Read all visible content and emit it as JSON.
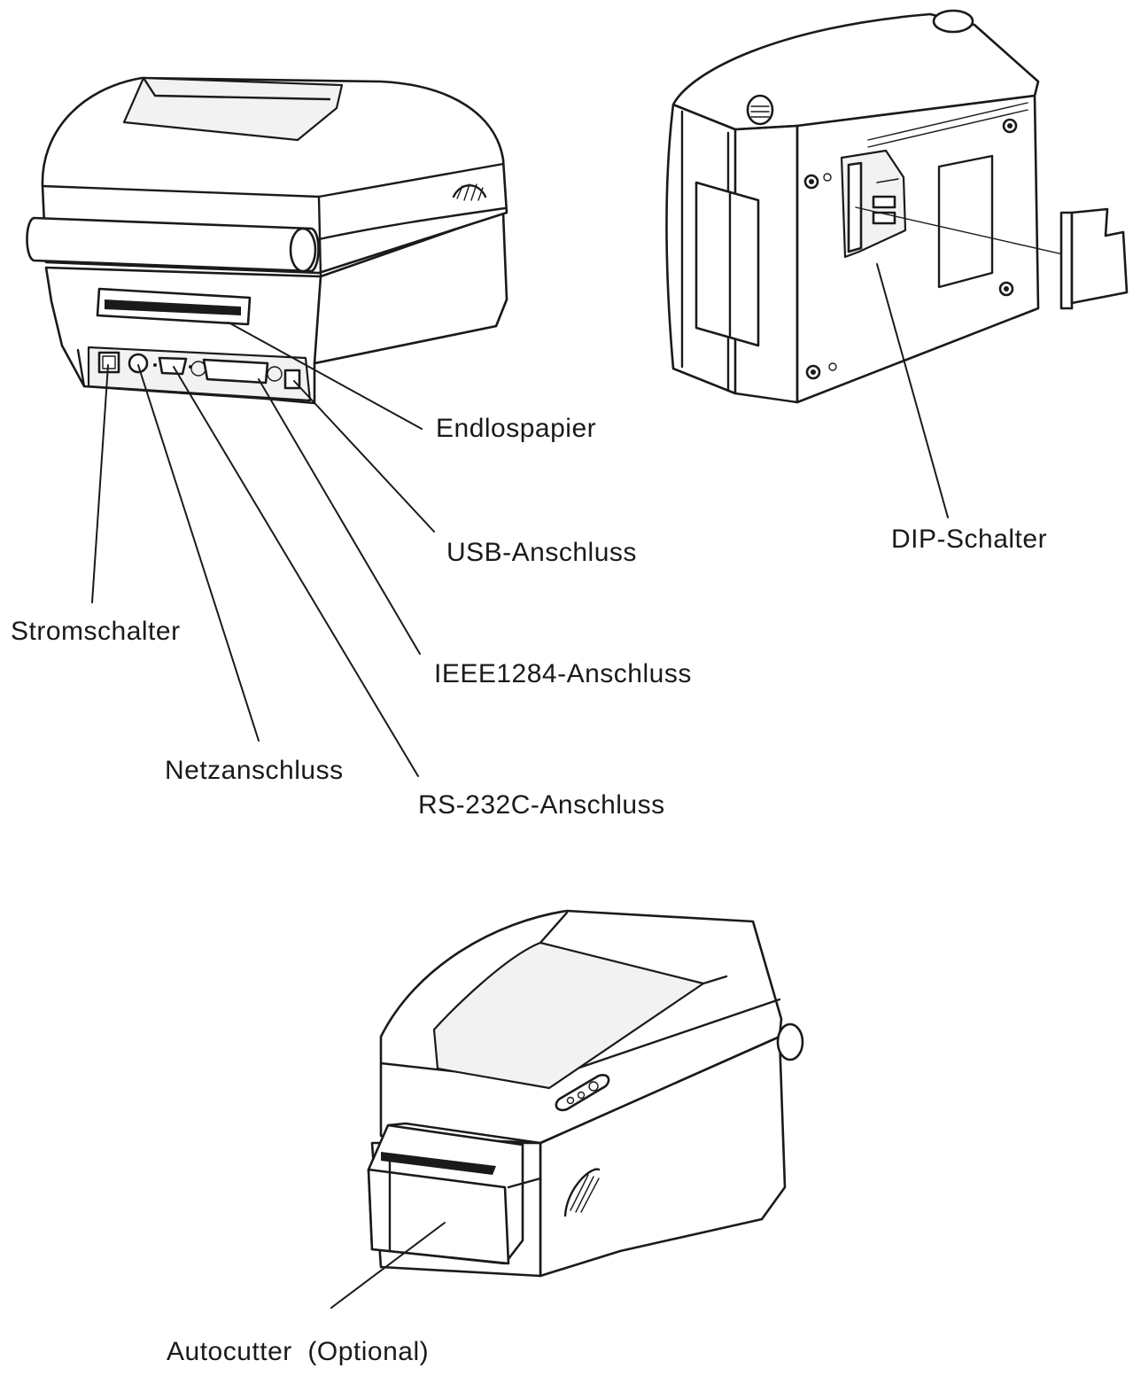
{
  "labels": {
    "endlospapier": "Endlospapier",
    "usb": "USB-Anschluss",
    "stromschalter": "Stromschalter",
    "ieee1284": "IEEE1284-Anschluss",
    "netzanschluss": "Netzanschluss",
    "rs232c": "RS-232C-Anschluss",
    "dip": "DIP-Schalter",
    "autocutter": "Autocutter  (Optional)"
  }
}
